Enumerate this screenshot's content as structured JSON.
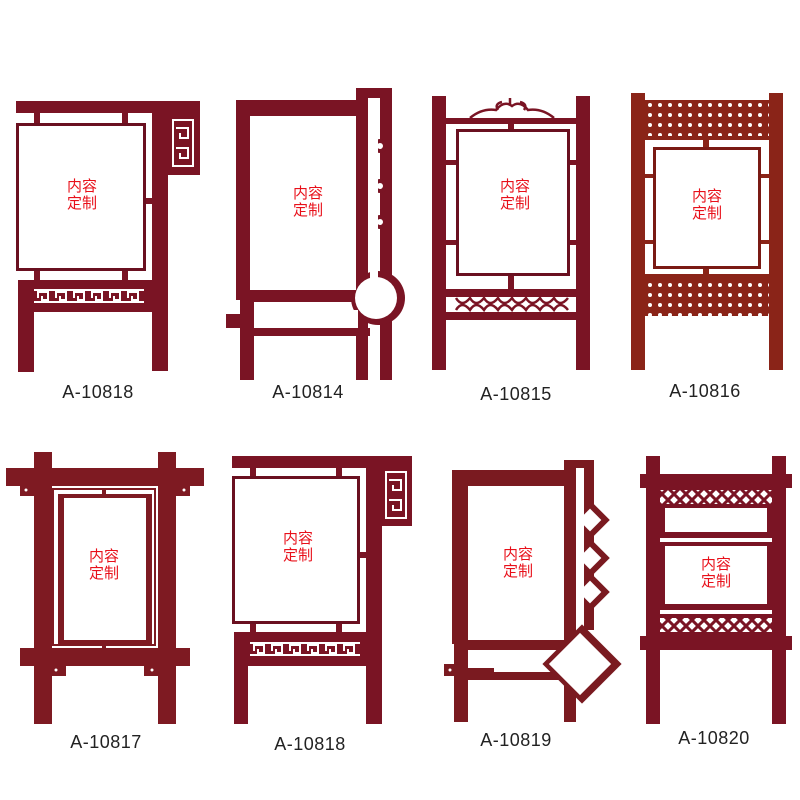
{
  "colors": {
    "frame_maroon": "#7a1424",
    "frame_maroon_dark": "#5a0c18",
    "frame_redbrown": "#8a2418",
    "panel_fill": "#ffffff",
    "panel_text": "#e8101a",
    "label_text": "#222222"
  },
  "panel_text": {
    "line1": "内容",
    "line2": "定制"
  },
  "items": [
    {
      "model": "A-10818",
      "style": "corner-fret-pattern"
    },
    {
      "model": "A-10814",
      "style": "circle-rings"
    },
    {
      "model": "A-10815",
      "style": "scroll-crest"
    },
    {
      "model": "A-10816",
      "style": "perforated-dots"
    },
    {
      "model": "A-10817",
      "style": "crossed-beams"
    },
    {
      "model": "A-10818",
      "style": "corner-fret-pattern"
    },
    {
      "model": "A-10819",
      "style": "diamond-chain"
    },
    {
      "model": "A-10820",
      "style": "lattice-double-panel"
    }
  ]
}
